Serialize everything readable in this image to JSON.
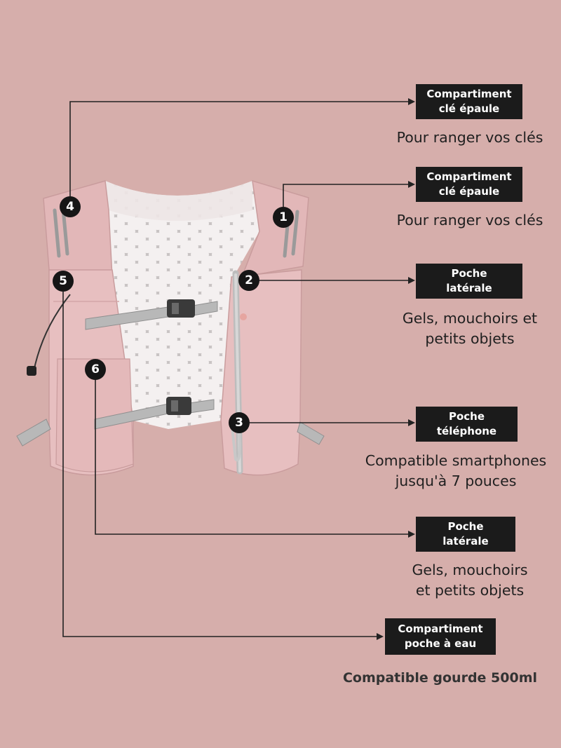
{
  "markers": [
    "1",
    "2",
    "3",
    "4",
    "5",
    "6"
  ],
  "callouts": [
    {
      "tag": [
        "Compartiment",
        "clé épaule"
      ],
      "desc": [
        "Pour ranger vos clés"
      ]
    },
    {
      "tag": [
        "Compartiment",
        "clé épaule"
      ],
      "desc": [
        "Pour ranger vos clés"
      ]
    },
    {
      "tag": [
        "Poche",
        "latérale"
      ],
      "desc": [
        "Gels, mouchoirs et",
        "petits objets"
      ]
    },
    {
      "tag": [
        "Poche",
        "téléphone"
      ],
      "desc": [
        "Compatible smartphones",
        "jusqu'à 7 pouces"
      ]
    },
    {
      "tag": [
        "Poche",
        "latérale"
      ],
      "desc": [
        "Gels, mouchoirs",
        "et petits objets"
      ]
    },
    {
      "tag": [
        "Compartiment",
        "poche à eau"
      ],
      "desc": [
        "Compatible gourde 500ml"
      ]
    }
  ],
  "colors": {
    "background": "#d6aeab",
    "vest": "#e6bdbd",
    "mesh": "#f3eeee",
    "strap": "#b8b8b8",
    "label_bg": "#1b1b1b"
  }
}
